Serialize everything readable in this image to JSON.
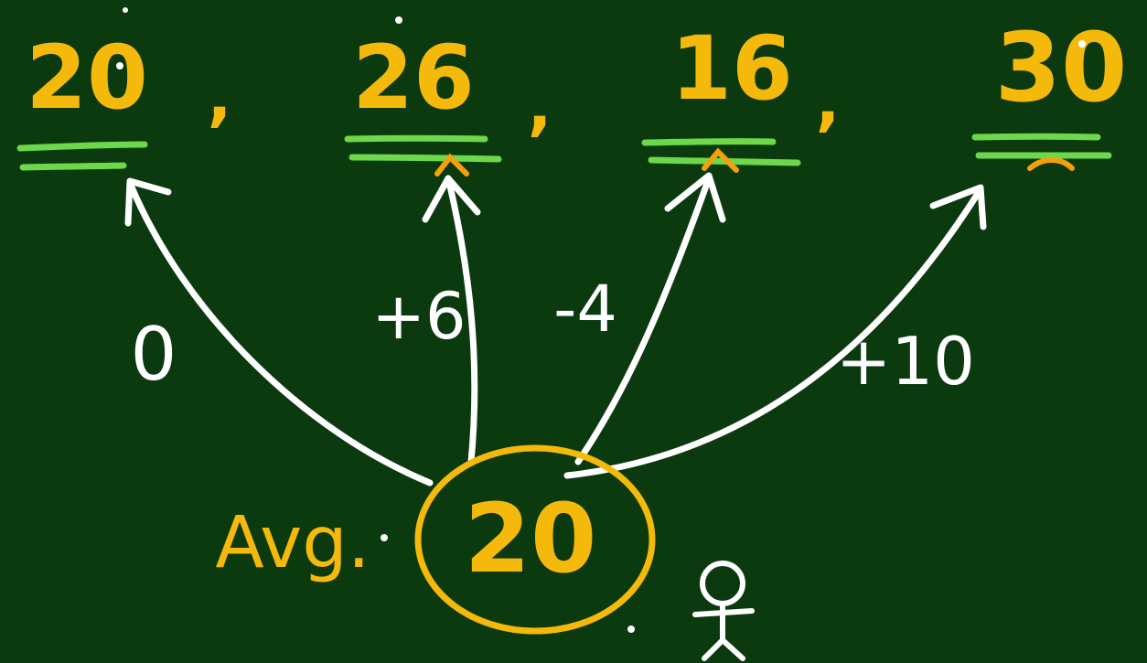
{
  "values": [
    "20",
    "26",
    "16",
    "30"
  ],
  "separator": ",",
  "differences": [
    "0",
    "+6",
    "-4",
    "+10"
  ],
  "average": {
    "label": "Avg.",
    "value": "20"
  },
  "colors": {
    "board": "#0b3a0f",
    "numbers": "#f5b90b",
    "underline": "#6cd84a",
    "arrows": "#ffffff",
    "arrow_tips": "#f5a00b"
  },
  "icons": {
    "person": "stick-figure-icon"
  }
}
